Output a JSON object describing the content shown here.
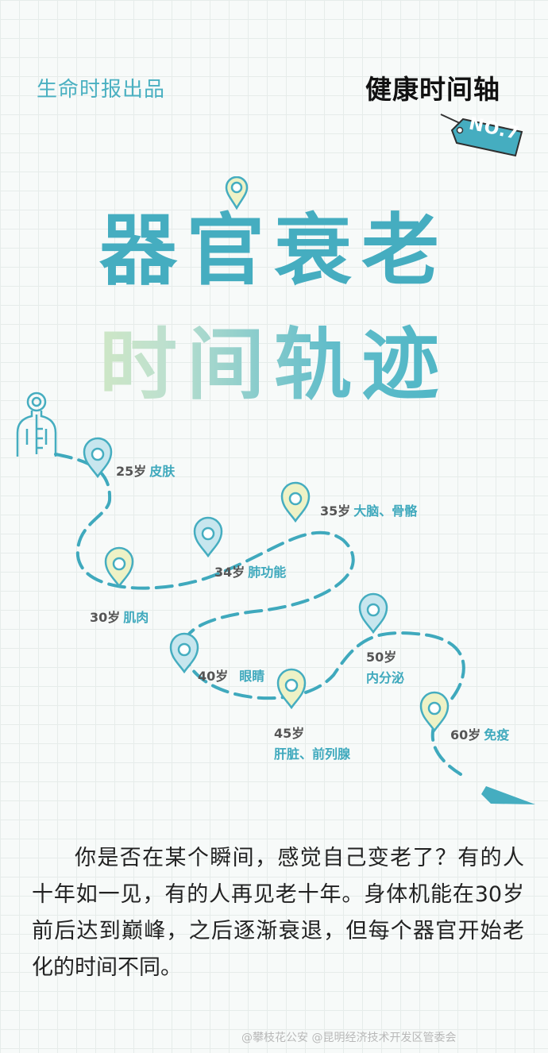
{
  "header": {
    "publisher": "生命时报出品",
    "series_title": "健康时间轴",
    "series_no": "NO.7"
  },
  "title": {
    "line1": "器官衰老",
    "line2": "时间轨迹"
  },
  "timeline": {
    "milestones": [
      {
        "age": "25岁",
        "organ": "皮肤"
      },
      {
        "age": "30岁",
        "organ": "肌肉"
      },
      {
        "age": "34岁",
        "organ": "肺功能"
      },
      {
        "age": "35岁",
        "organ": "大脑、骨骼"
      },
      {
        "age": "40岁",
        "organ": "眼睛"
      },
      {
        "age": "45岁",
        "organ": "肝脏、前列腺"
      },
      {
        "age": "50岁",
        "organ": "内分泌"
      },
      {
        "age": "60岁",
        "organ": "免疫"
      }
    ]
  },
  "body": {
    "paragraph": "你是否在某个瞬间，感觉自己变老了？有的人十年如一见，有的人再见老十年。身体机能在30岁前后达到巅峰，之后逐渐衰退，但每个器官开始老化的时间不同。"
  },
  "footer": {
    "credits": "@攀枝花公安 @昆明经济技术开发区管委会"
  },
  "colors": {
    "teal": "#45adc0",
    "pin_blue_fill": "#c7e6ee",
    "pin_yellow_fill": "#eef2c6",
    "path": "#3fa9bd"
  }
}
